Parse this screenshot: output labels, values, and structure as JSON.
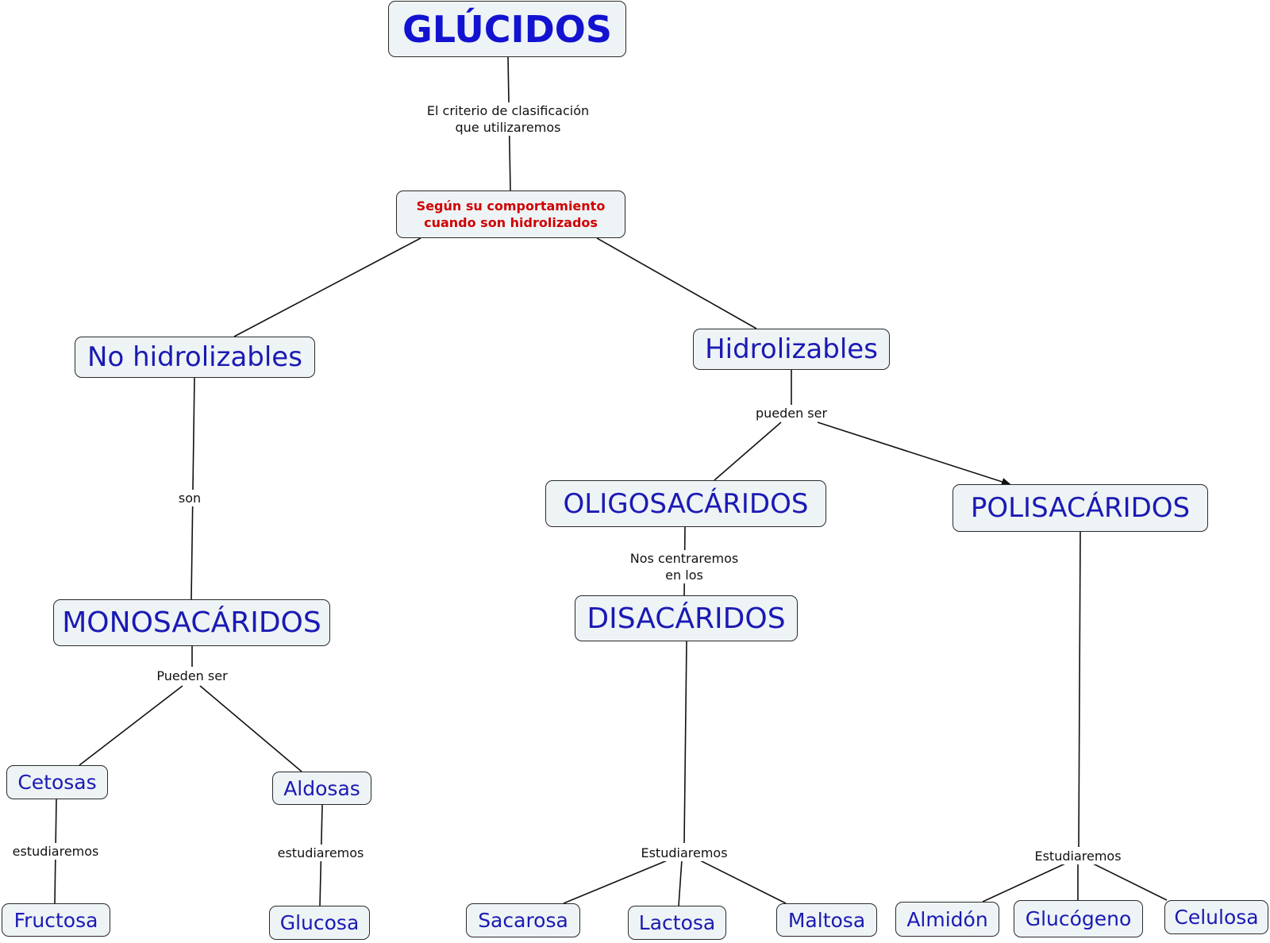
{
  "nodes": {
    "glucidos": "GLÚCIDOS",
    "criterio_line1": "Según su comportamiento",
    "criterio_line2": "cuando son hidrolizados",
    "no_hidrolizables": "No hidrolizables",
    "hidrolizables": "Hidrolizables",
    "monosacaridos": "MONOSACÁRIDOS",
    "oligosacaridos": "OLIGOSACÁRIDOS",
    "polisacaridos": "POLISACÁRIDOS",
    "disacaridos": "DISACÁRIDOS",
    "cetosas": "Cetosas",
    "aldosas": "Aldosas",
    "fructosa": "Fructosa",
    "glucosa": "Glucosa",
    "sacarosa": "Sacarosa",
    "lactosa": "Lactosa",
    "maltosa": "Maltosa",
    "almidon": "Almidón",
    "glucogeno": "Glucógeno",
    "celulosa": "Celulosa"
  },
  "links": {
    "criterio_line1": "El criterio de clasificación",
    "criterio_line2": "que utilizaremos",
    "son": "son",
    "pueden_ser": "pueden ser",
    "pueden_ser_mono": "Pueden ser",
    "centraremos_line1": "Nos centraremos",
    "centraremos_line2": "en los",
    "estudiaremos_cetosas": "estudiaremos",
    "estudiaremos_aldosas": "estudiaremos",
    "estudiaremos_disac": "Estudiaremos",
    "estudiaremos_polisac": "Estudiaremos"
  },
  "colors": {
    "node_text": "#1a1ab4",
    "title_text": "#1212d0",
    "criterio_text": "#d00000",
    "node_fill": "#eef3f5",
    "line": "#111111"
  }
}
